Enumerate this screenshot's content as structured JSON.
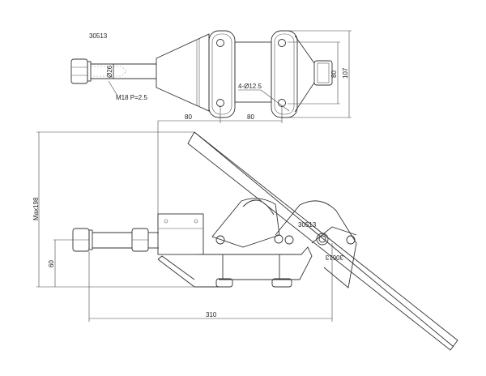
{
  "top_view": {
    "part_number": "30513",
    "thread_label": "M18 P=2.5",
    "stud_diameter": "Ø26",
    "holes_label": "4-Ø12.5",
    "dim_height_outer": "107",
    "dim_height_inner": "80",
    "dim_spacing_left": "80",
    "dim_spacing_right": "80"
  },
  "side_view": {
    "max_height_label": "Max198",
    "dim_height": "60",
    "dim_length": "310",
    "part_label": "30513",
    "part_label_mirrored": "30613"
  }
}
